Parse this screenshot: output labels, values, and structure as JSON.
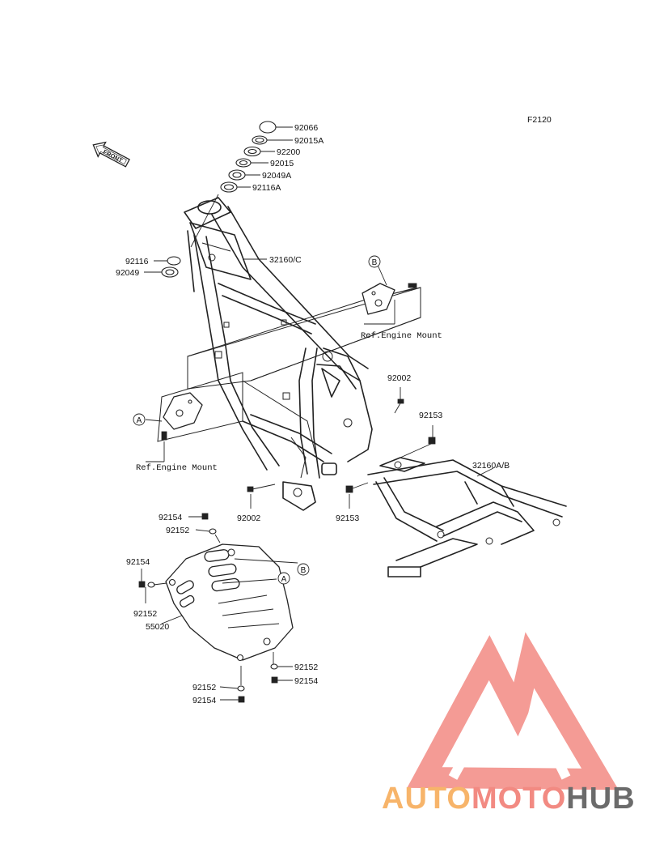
{
  "figure_code": "F2120",
  "front_arrow_text": "FRONT",
  "callouts": {
    "a": "A",
    "b": "B"
  },
  "ref_labels": {
    "engine_mount_1": "Ref.Engine Mount",
    "engine_mount_2": "Ref.Engine Mount"
  },
  "parts": {
    "p92066": "92066",
    "p92015A": "92015A",
    "p92200": "92200",
    "p92015": "92015",
    "p92049A": "92049A",
    "p92116A": "92116A",
    "p92116": "92116",
    "p92049": "92049",
    "p32160C": "32160/C",
    "p92002_top": "92002",
    "p92153_top": "92153",
    "p32160AB": "32160A/B",
    "p92002_bottom": "92002",
    "p92153_bottom": "92153",
    "p92154_a": "92154",
    "p92152_a": "92152",
    "p92154_b": "92154",
    "p92152_b": "92152",
    "p55020": "55020",
    "p92152_c": "92152",
    "p92154_c": "92154",
    "p92152_d": "92152",
    "p92154_d": "92154"
  },
  "watermark": {
    "part1": "AUTO",
    "part2": "MOTO",
    "part3": "HUB",
    "color1": "#f7b46a",
    "color2": "#f28a82",
    "color3": "#6b6b6b"
  }
}
